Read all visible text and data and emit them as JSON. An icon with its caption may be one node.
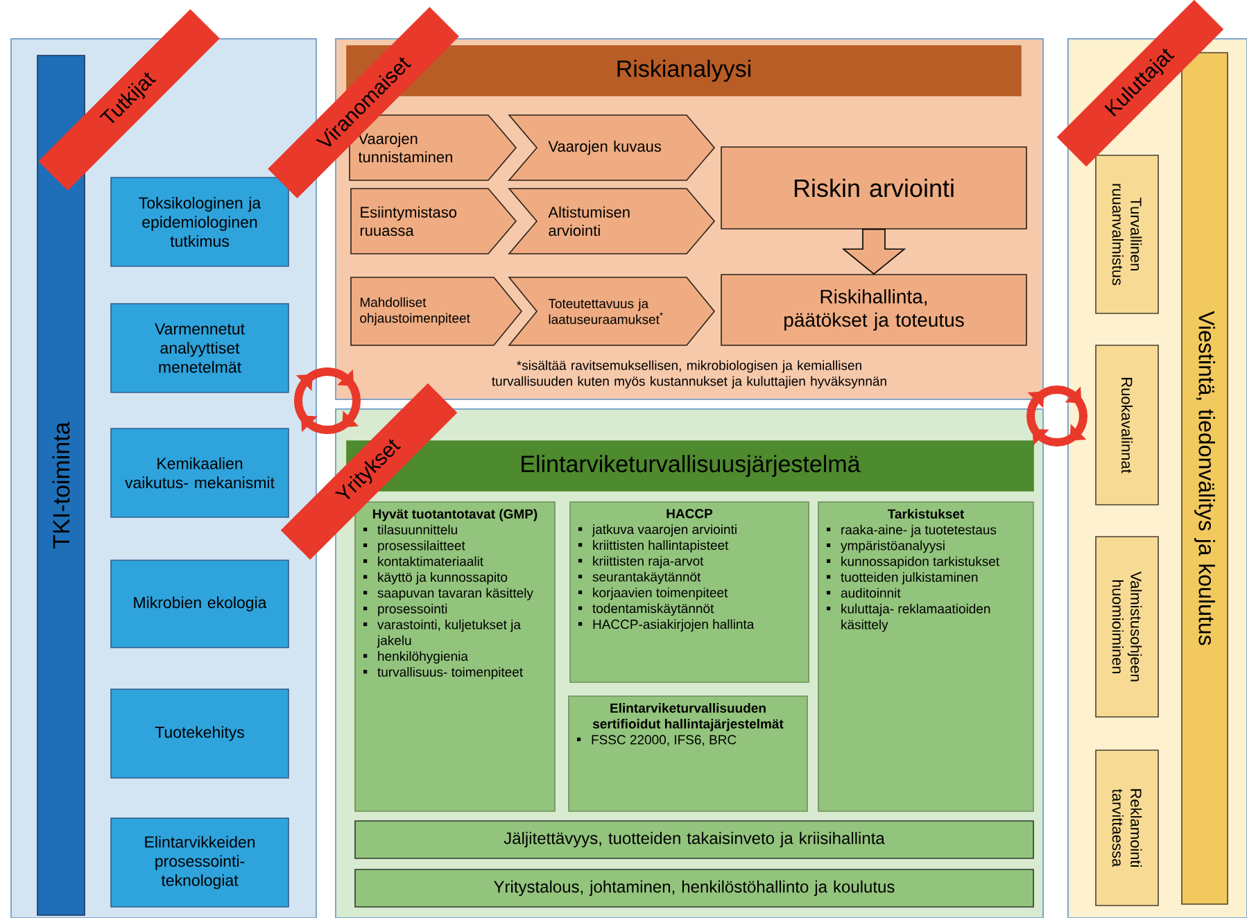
{
  "diagram": {
    "nodes": [
      {
        "text": [],
        "shape": "box"
      },
      {
        "text": [
          "TKI-toiminta"
        ],
        "in": 0
      },
      {
        "text": [
          "Toksikologinen ja epidemiologinen tutkimus"
        ],
        "in": 0
      },
      {
        "text": [
          "Varmennetut analyyttiset menetelmät"
        ],
        "in": 0
      },
      {
        "text": [
          "Kemikaalien vaikutus- mekanismit"
        ],
        "in": 0
      },
      {
        "text": [
          "Mikrobien ekologia"
        ],
        "in": 0
      },
      {
        "text": [
          "Tuotekehitys"
        ],
        "in": 0
      },
      {
        "text": [
          "Elintarvikkeiden prosessointi- teknologiat"
        ],
        "in": 0
      },
      {
        "text": [],
        "shape": "box"
      },
      {
        "text": [
          "Riskianalyysi"
        ],
        "in": 8
      },
      {
        "text": [
          "Vaarojen tunnistaminen"
        ],
        "in": 8
      },
      {
        "text": [
          "Vaarojen kuvaus"
        ],
        "in": 8
      },
      {
        "text": [
          "Esiintymistaso ruuassa"
        ],
        "in": 8
      },
      {
        "text": [
          "Altistumisen arviointi"
        ],
        "in": 8
      },
      {
        "text": [
          "Mahdolliset ohjaustoimenpiteet"
        ],
        "in": 8
      },
      {
        "text": [
          "Toteutettavuus ja laatuseuraamukset$^{*}$"
        ],
        "in": 8
      },
      {
        "text": [
          "Riskin arviointi"
        ],
        "in": 8
      },
      {
        "text": [
          "Riskihallinta, päätökset ja toteutus"
        ],
        "in": 8
      },
      {
        "text": [],
        "shape": "box"
      },
      {
        "text": [
          "Elintarviketurvallisuusjärjestelmä"
        ],
        "in": 18
      },
      {
        "text": [
          "Hyvät tuotantotavat (GMP)",
          "tilasuunnittelu",
          "prosessilaitteet",
          "kontaktimateriaalit",
          "käyttö ja kunnossapito",
          "saapuvan tavaran käsittely",
          "prosessointi",
          "varastointi, kuljetukset ja jakelu",
          "henkilöhygienia",
          "turvallisuus- toimenpiteet"
        ],
        "in": 18
      },
      {
        "text": [
          "HACCP",
          "jatkuva vaarojen arviointi",
          "kriittisten hallintapisteet",
          "kriittisten raja-arvot",
          "seurantakäytännöt",
          "korjaavien toimenpiteet",
          "todentamiskäytännöt",
          "HACCP-asiakirjojen hallinta"
        ],
        "in": 18
      },
      {
        "text": [
          "Elintarviketurvallisuuden sertifioidut hallintajärjestelmät",
          "FSSC 22000, IFS6, BRC"
        ],
        "in": 18
      },
      {
        "text": [
          "Tarkistukset",
          "raaka-aine- ja tuotetestaus",
          "ympäristöanalyysi",
          "kunnossapidon tarkistukset",
          "tuotteiden julkistaminen",
          "auditoinnit",
          "kuluttaja- reklamaatioiden käsittely"
        ],
        "in": 18
      },
      {
        "text": [
          "Jäljitettävyys, tuotteiden takaisinveto ja kriisihallinta"
        ],
        "in": 18
      },
      {
        "text": [
          "Yritystalous, johtaminen, henkilöstöhallinto ja koulutus"
        ],
        "in": 18
      },
      {
        "text": [],
        "shape": "box"
      },
      {
        "text": [
          "Turvallinen ruuanvalmistus"
        ],
        "in": 26
      },
      {
        "text": [
          "Ruokavalinnat"
        ],
        "in": 26
      },
      {
        "text": [
          "Valmistusohjeen huomioiminen"
        ],
        "in": 26
      },
      {
        "text": [
          "Reklamointi tarvittaessa"
        ],
        "in": 26
      },
      {
        "text": [
          "Viestintä, tiedonvälitys ja koulutus"
        ],
        "in": 26
      },
      {
        "text": [
          "Tutkijat"
        ]
      },
      {
        "text": [
          "Viranomaiset"
        ]
      },
      {
        "text": [
          "Kuluttajat"
        ]
      },
      {
        "text": [
          "Yritykset"
        ]
      }
    ],
    "edges": [
      {
        "from": 16,
        "to": 17,
        "arrow": "to"
      }
    ],
    "labels": [
      "*sisältää ravitsemuksellisen, mikrobiologisen ja kemiallisen turvallisuuden kuten myös kustannukset ja kuluttajien hyväksynnän"
    ]
  }
}
